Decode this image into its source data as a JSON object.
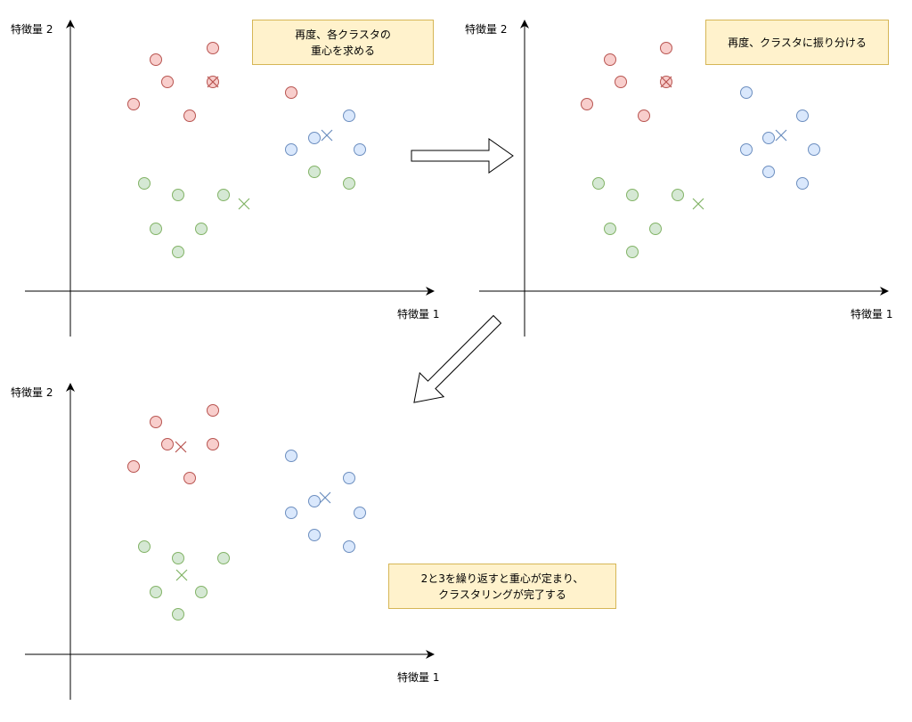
{
  "colors": {
    "red_fill": "#f8cecc",
    "red_stroke": "#b85450",
    "blue_fill": "#dae8fc",
    "blue_stroke": "#6c8ebf",
    "green_fill": "#d5e8d4",
    "green_stroke": "#82b366",
    "note_fill": "#fff2cc",
    "note_stroke": "#d6b656"
  },
  "panels": [
    {
      "id": "panel1",
      "axis_x_label": "特徴量 1",
      "axis_y_label": "特徴量 2",
      "note": "再度、各クラスタの\n重心を求める"
    },
    {
      "id": "panel2",
      "axis_x_label": "特徴量 1",
      "axis_y_label": "特徴量 2",
      "note": "再度、クラスタに振り分ける"
    },
    {
      "id": "panel3",
      "axis_x_label": "特徴量 1",
      "axis_y_label": "特徴量 2",
      "note": "2と3を繰り返すと重心が定まり、\nクラスタリングが完了する"
    }
  ]
}
